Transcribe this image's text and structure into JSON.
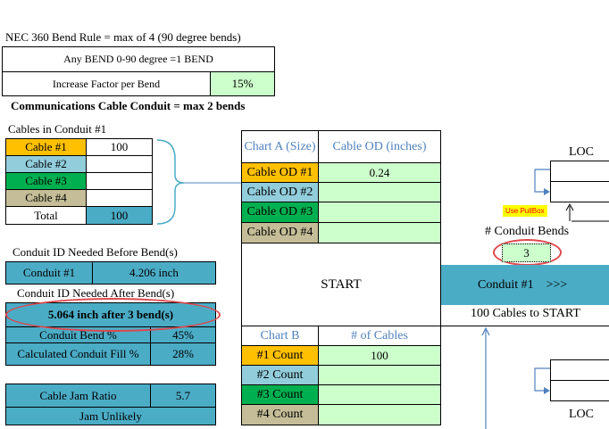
{
  "nec": {
    "rule": "NEC 360 Bend Rule = max of 4 (90 degree bends)",
    "any_bend": "Any BEND 0-90 degree =1 BEND",
    "increase_label": "Increase Factor per Bend",
    "increase_value": "15%",
    "comm_rule": "Communications Cable Conduit = max 2 bends"
  },
  "cables": {
    "title": "Cables in Conduit #1",
    "rows": [
      {
        "label": "Cable #1",
        "value": "100"
      },
      {
        "label": "Cable #2",
        "value": ""
      },
      {
        "label": "Cable #3",
        "value": ""
      },
      {
        "label": "Cable #4",
        "value": ""
      }
    ],
    "total_label": "Total",
    "total_value": "100"
  },
  "conduit": {
    "header_before": "Conduit ID Needed   Before Bend(s)",
    "conduit_label": "Conduit #1",
    "before_value": "4.206 inch",
    "header_after": "Conduit ID Needed   After Bend(s)",
    "after_value": "5.064 inch      after 3 bend(s)",
    "bend_pct_label": "Conduit Bend %",
    "bend_pct_value": "45%",
    "fill_label": "Calculated Conduit Fill %",
    "fill_value": "28%",
    "jam_label": "Cable Jam Ratio",
    "jam_value": "5.7",
    "jam_status": "Jam Unlikely"
  },
  "chart_a": {
    "col1": "Chart A (Size)",
    "col2": "Cable OD (inches)",
    "rows": [
      {
        "label": "Cable OD #1",
        "value": "0.24"
      },
      {
        "label": "Cable OD #2",
        "value": ""
      },
      {
        "label": "Cable OD #3",
        "value": ""
      },
      {
        "label": "Cable OD #4",
        "value": ""
      }
    ]
  },
  "start_label": "START",
  "chart_b": {
    "col1": "Chart B",
    "col2": "# of Cables",
    "rows": [
      {
        "label": "#1 Count",
        "value": "100"
      },
      {
        "label": "#2 Count",
        "value": ""
      },
      {
        "label": "#3 Count",
        "value": ""
      },
      {
        "label": "#4 Count",
        "value": ""
      }
    ]
  },
  "right": {
    "loc_top": "LOC",
    "use_pullbox": "Use PullBox",
    "conduit_bends_label": "# Conduit Bends",
    "conduit_bends_value": "3",
    "conduit_flow": "Conduit #1    >>>",
    "cables_to_start": "100 Cables to START",
    "loc_bottom": "LOC"
  },
  "colors": {
    "teal": "#4bacc6",
    "light_green": "#ccffcc",
    "orange": "#ffc000",
    "light_blue": "#92cddc",
    "dark_green": "#00b050",
    "tan": "#c4bd97",
    "annotation_red": "#e0474c",
    "header_blue": "#4f81bd",
    "pullbox_yellow": "#ffff00",
    "pullbox_red": "#ff0000"
  }
}
